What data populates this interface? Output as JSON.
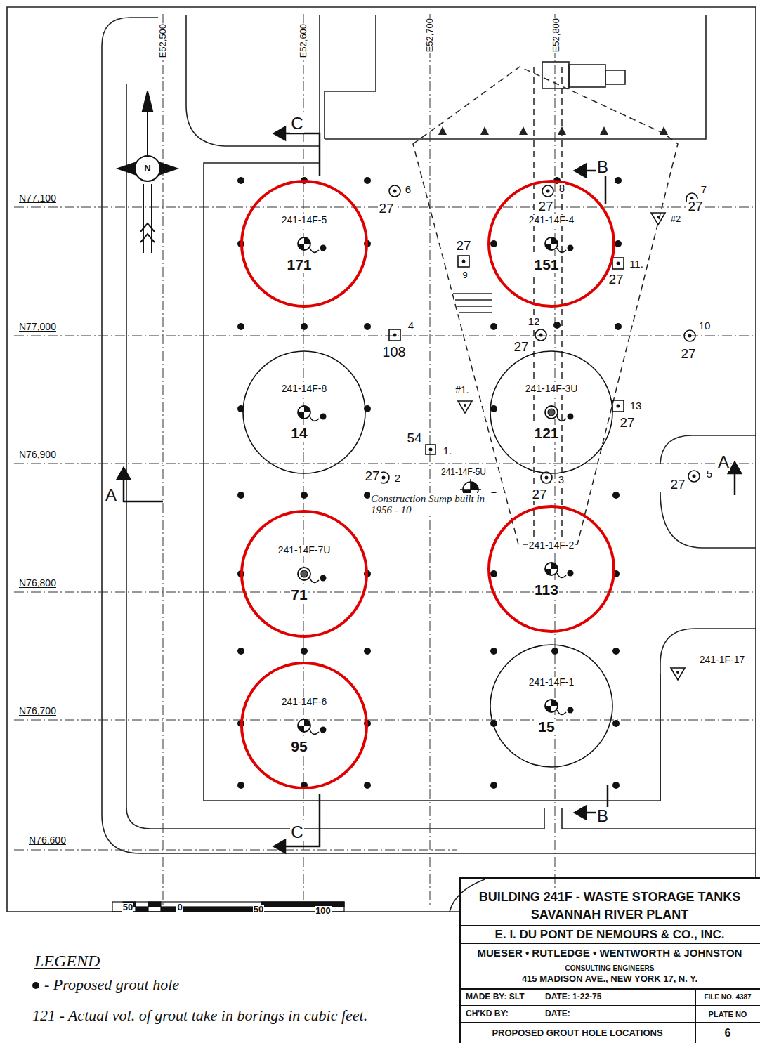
{
  "diagram": {
    "nodes": [
      {
        "text": [
          "241-14F-5",
          "171"
        ]
      },
      {
        "text": [
          "241-14F-4",
          "151"
        ]
      },
      {
        "text": [
          "241-14F-8",
          "14"
        ]
      },
      {
        "text": [
          "241-14F-3U",
          "121"
        ]
      },
      {
        "text": [
          "241-14F-7U",
          "71"
        ]
      },
      {
        "text": [
          "241-14F-2",
          "113"
        ]
      },
      {
        "text": [
          "241-14F-6",
          "95"
        ]
      },
      {
        "text": [
          "241-14F-1",
          "15"
        ]
      }
    ],
    "labels": [
      "E52,500",
      "E52,600",
      "E52,700",
      "E52,800",
      "N77,100",
      "N77,000",
      "N76,900",
      "N76,800",
      "N76,700",
      "N76,600",
      "N",
      "C",
      "C",
      "B",
      "B",
      "A",
      "A",
      "6",
      "27",
      "8",
      "27",
      "7",
      "27",
      "#2",
      "27",
      "9",
      "11.",
      "27",
      "4",
      "108",
      "12",
      "27",
      "10",
      "27",
      "#1.",
      "13",
      "27",
      "54",
      "1.",
      "27",
      "2",
      "241-14F-5U",
      "3",
      "27",
      "27",
      "5",
      "Construction Sump built in 1956 - 10",
      "241-1F-17",
      "50",
      "0",
      "50",
      "100",
      "LEGEND",
      "BUILDING 241F - WASTE STORAGE TANKS",
      "SAVANNAH RIVER PLANT",
      "E. I. DU PONT DE NEMOURS & CO., INC.",
      "MUESER • RUTLEDGE • WENTWORTH & JOHNSTON",
      "CONSULTING ENGINEERS",
      "415 MADISON AVE., NEW YORK 17, N. Y.",
      "MADE BY: SLT",
      "DATE: 1-22-75",
      "CH'KD BY:",
      "DATE:",
      "FILE NO. 4387",
      "PLATE NO",
      "6",
      "PROPOSED GROUT HOLE LOCATIONS"
    ],
    "legend": [
      {
        "text": "- Proposed grout hole"
      },
      {
        "text": "121 - Actual vol. of grout take in borings in cubic feet."
      }
    ]
  }
}
